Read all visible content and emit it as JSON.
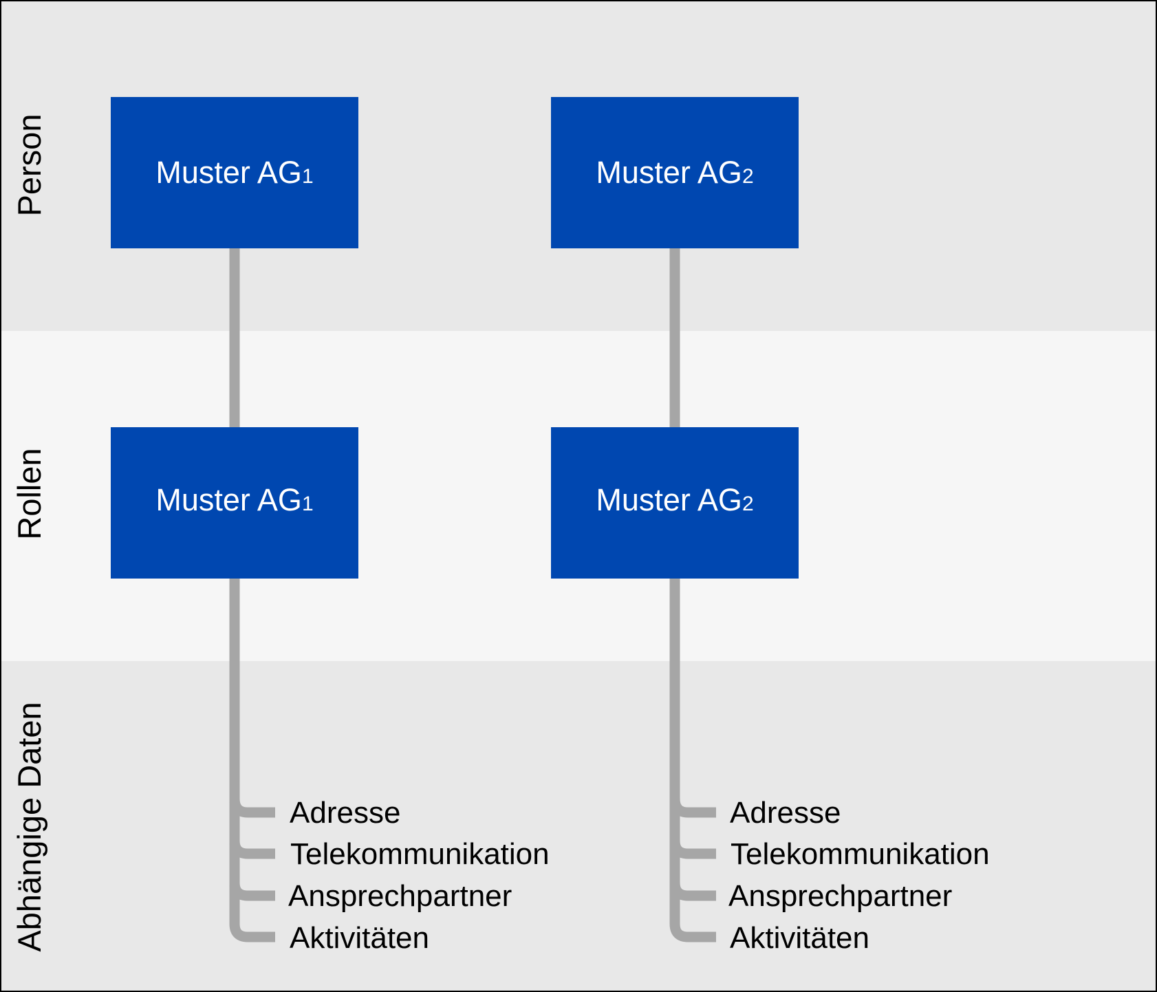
{
  "lanes": [
    {
      "label": "Person"
    },
    {
      "label": "Rollen"
    },
    {
      "label": "Abhängige Daten"
    }
  ],
  "columns": [
    {
      "person": {
        "name": "Muster AG",
        "index": "1"
      },
      "role": {
        "name": "Muster AG",
        "index": "1"
      },
      "dependents": [
        "Adresse",
        "Telekommunikation",
        "Ansprechpartner",
        "Aktivitäten"
      ]
    },
    {
      "person": {
        "name": "Muster AG",
        "index": "2"
      },
      "role": {
        "name": "Muster AG",
        "index": "2"
      },
      "dependents": [
        "Adresse",
        "Telekommunikation",
        "Ansprechpartner",
        "Aktivitäten"
      ]
    }
  ],
  "colors": {
    "box": "#0047b0",
    "connector": "#a6a6a6",
    "lane_dark": "#e8e8e8",
    "lane_light": "#f6f6f6",
    "border": "#000000"
  }
}
